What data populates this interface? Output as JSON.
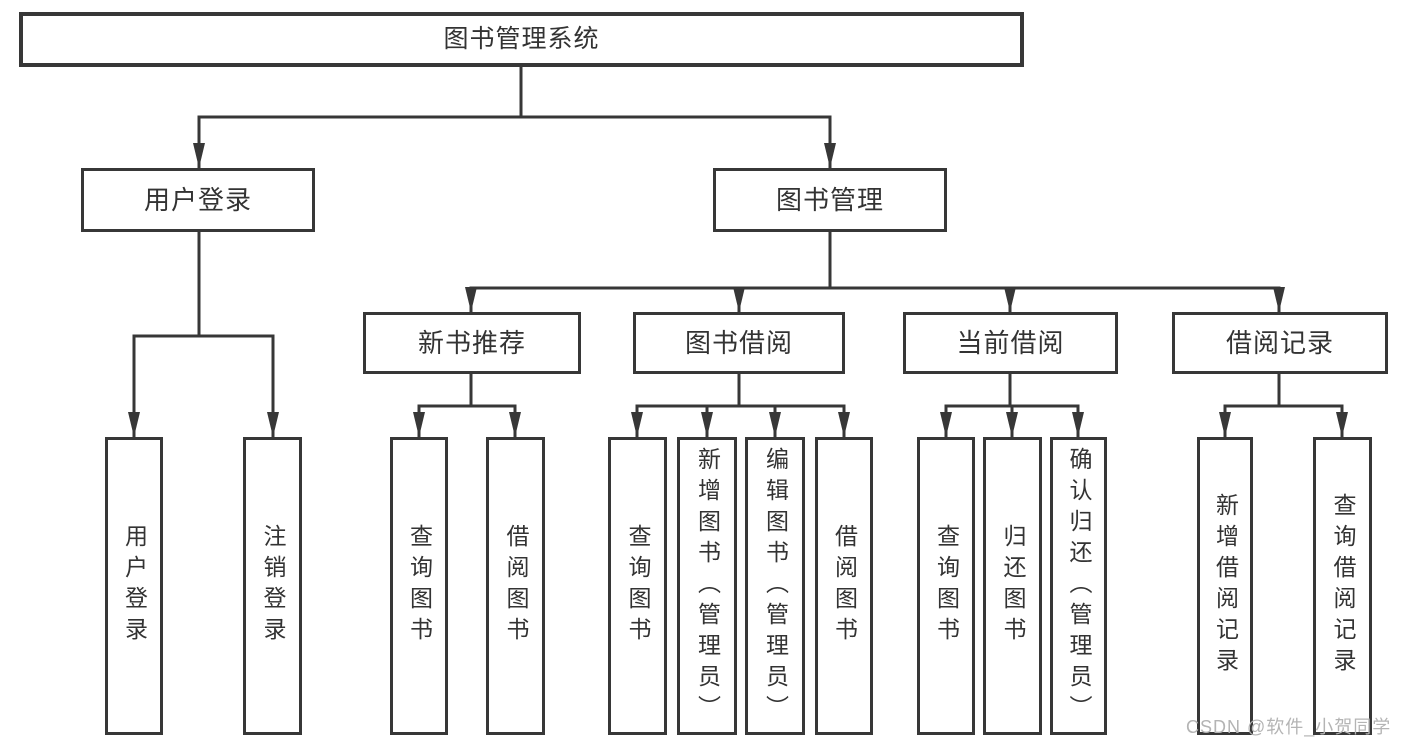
{
  "watermark": "CSDN @软件_小贺同学",
  "colors": {
    "line": "#373737",
    "box_border": "#373737",
    "box_fill": "#ffffff",
    "text": "#333333",
    "watermark": "#b4b4b4"
  },
  "tree": {
    "root": {
      "label": "图书管理系统"
    },
    "branches": [
      {
        "label": "用户登录",
        "children": [
          {
            "label": "用户登录"
          },
          {
            "label": "注销登录"
          }
        ]
      },
      {
        "label": "图书管理",
        "children": [
          {
            "label": "新书推荐",
            "children": [
              {
                "label": "查询图书"
              },
              {
                "label": "借阅图书"
              }
            ]
          },
          {
            "label": "图书借阅",
            "children": [
              {
                "label": "查询图书"
              },
              {
                "label": "新增图书（管理员）"
              },
              {
                "label": "编辑图书（管理员）"
              },
              {
                "label": "借阅图书"
              }
            ]
          },
          {
            "label": "当前借阅",
            "children": [
              {
                "label": "查询图书"
              },
              {
                "label": "归还图书"
              },
              {
                "label": "确认归还（管理员）"
              }
            ]
          },
          {
            "label": "借阅记录",
            "children": [
              {
                "label": "新增借阅记录"
              },
              {
                "label": "查询借阅记录"
              }
            ]
          }
        ]
      }
    ]
  }
}
